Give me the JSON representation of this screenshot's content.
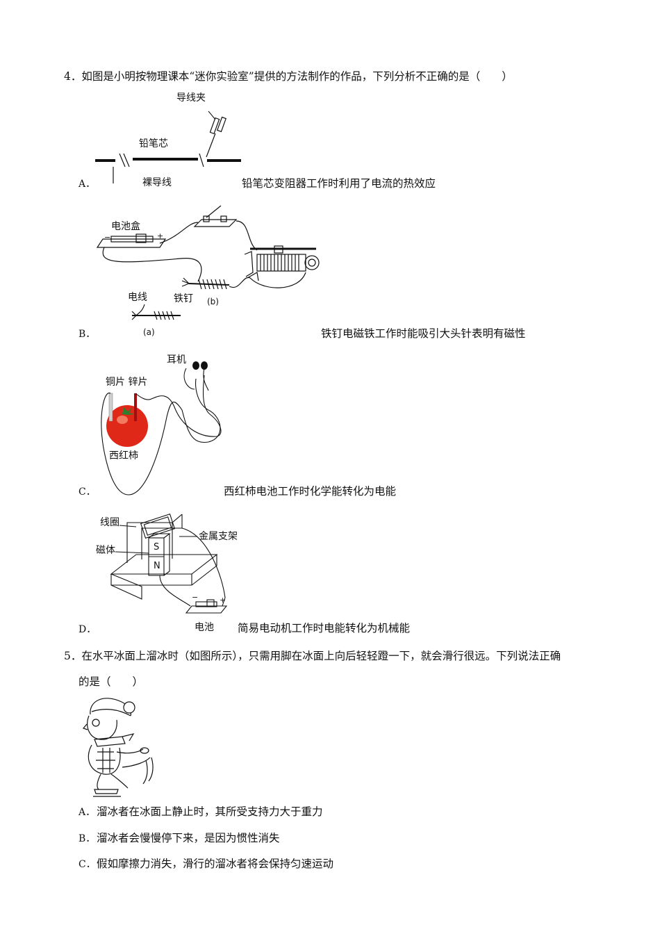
{
  "q4": {
    "stem": "4．如图是小明按物理课本“迷你实验室”提供的方法制作的作品，下列分析不正确的是（　　）",
    "fig_a": {
      "clip": "导线夹",
      "lead": "铅笔芯",
      "wire": "裸导线"
    },
    "fig_b": {
      "battery_box": "电池盒",
      "wire": "电线",
      "nail": "铁钉",
      "label_a": "(a)",
      "label_b": "(b)",
      "minus": "−",
      "plus": "+"
    },
    "fig_c": {
      "earphone": "耳机",
      "electrodes": "铜片 锌片",
      "tomato": "西红柿"
    },
    "fig_d": {
      "coil": "线圈",
      "frame": "金属支架",
      "magnet": "磁体",
      "s": "S",
      "n": "N",
      "battery": "电池",
      "minus": "−",
      "plus": "+"
    },
    "options": [
      {
        "letter": "A．",
        "text": "铅笔芯变阻器工作时利用了电流的热效应"
      },
      {
        "letter": "B．",
        "text": "铁钉电磁铁工作时能吸引大头针表明有磁性"
      },
      {
        "letter": "C．",
        "text": "西红柿电池工作时化学能转化为电能"
      },
      {
        "letter": "D．",
        "text": "简易电动机工作时电能转化为机械能"
      }
    ]
  },
  "q5": {
    "stem_line1": "5．在水平冰面上溜冰时（如图所示），只需用脚在冰面上向后轻轻蹬一下，就会滑行很远。下列说法正确",
    "stem_line2": "的是（　　）",
    "options": [
      {
        "letter": "A．",
        "text": "溜冰者在冰面上静止时，其所受支持力大于重力"
      },
      {
        "letter": "B．",
        "text": "溜冰者会慢慢停下来，是因为惯性消失"
      },
      {
        "letter": "C．",
        "text": "假如摩擦力消失，滑行的溜冰者将会保持匀速运动"
      }
    ]
  }
}
